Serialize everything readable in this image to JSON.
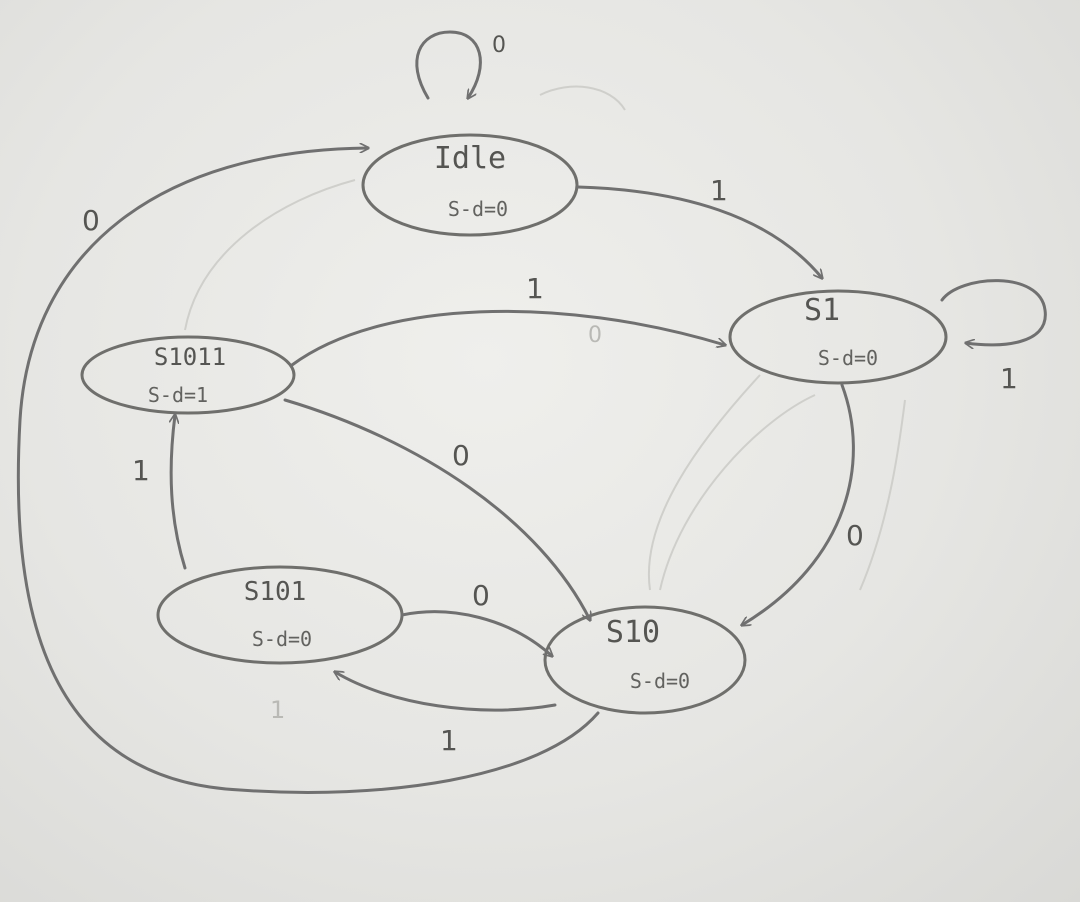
{
  "states": [
    {
      "id": "idle",
      "name": "Idle",
      "output": "S-d=0"
    },
    {
      "id": "s1",
      "name": "S1",
      "output": "S-d=0"
    },
    {
      "id": "s1011",
      "name": "S1011",
      "output": "S-d=1"
    },
    {
      "id": "s101",
      "name": "S101",
      "output": "S-d=0"
    },
    {
      "id": "s10",
      "name": "S10",
      "output": "S-d=0"
    }
  ],
  "transitions": [
    {
      "from": "idle",
      "to": "idle",
      "input": "0"
    },
    {
      "from": "idle",
      "to": "s1",
      "input": "1"
    },
    {
      "from": "s1",
      "to": "s1",
      "input": "1"
    },
    {
      "from": "s1",
      "to": "s10",
      "input": "0"
    },
    {
      "from": "s10",
      "to": "s101",
      "input": "1"
    },
    {
      "from": "s101",
      "to": "s10",
      "input": "0"
    },
    {
      "from": "s101",
      "to": "s1011",
      "input": "1"
    },
    {
      "from": "s1011",
      "to": "s1",
      "input": "1"
    },
    {
      "from": "s1011",
      "to": "s10",
      "input": "0"
    },
    {
      "from": "s10",
      "to": "idle",
      "input": "0"
    }
  ],
  "stray_marks": [
    "0",
    "1"
  ],
  "colors": {
    "paper": "#e8e8e5",
    "pencil": "#6f6f6c"
  }
}
